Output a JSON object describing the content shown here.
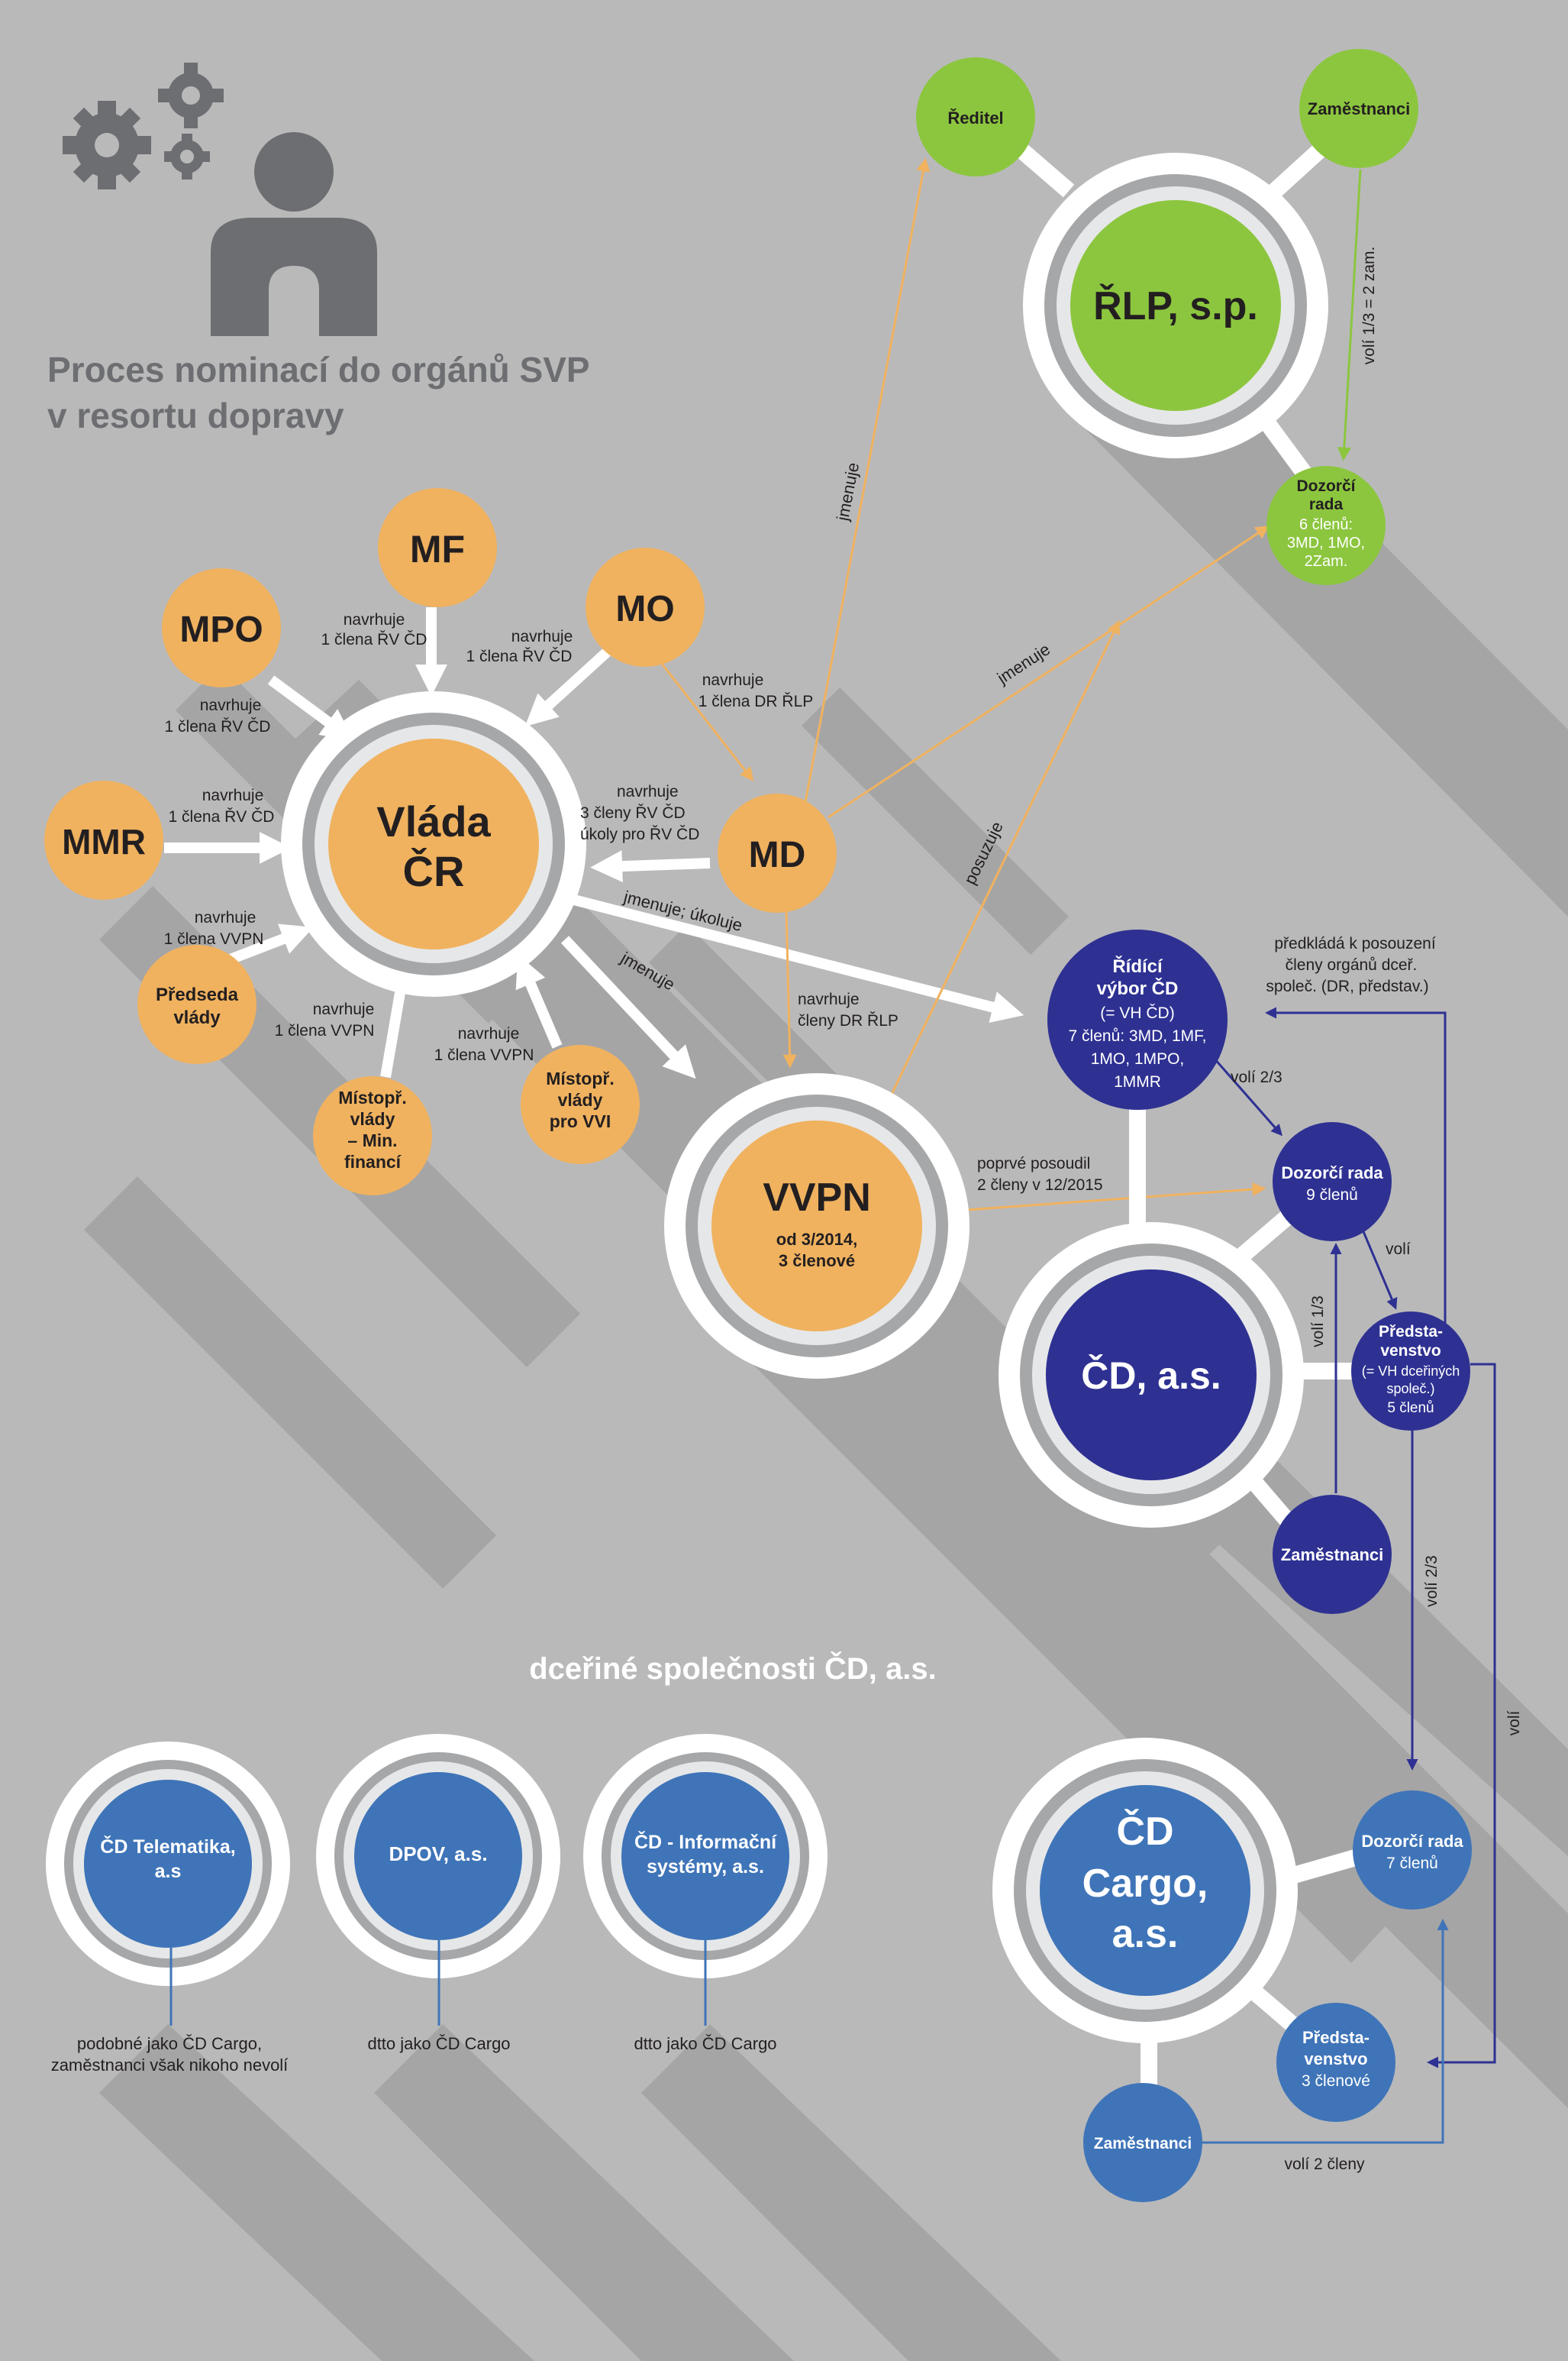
{
  "title": {
    "line1": "Proces nominací do orgánů SVP",
    "line2": "v resortu dopravy"
  },
  "colors": {
    "background": "#b9b9ba",
    "orange": "#f0b25f",
    "green": "#8cc63f",
    "navy": "#2e3192",
    "blue": "#3f74b8",
    "white": "#ffffff",
    "text": "#231f20"
  },
  "nodes": {
    "vlada": {
      "l1": "Vláda",
      "l2": "ČR"
    },
    "mf": "MF",
    "mpo": "MPO",
    "mo": "MO",
    "mmr": "MMR",
    "md": "MD",
    "predseda": {
      "l1": "Předseda",
      "l2": "vlády"
    },
    "mistopr_min": {
      "l1": "Místopř.",
      "l2": "vlády",
      "l3": "– Min.",
      "l4": "financí"
    },
    "mistopr_vvi": {
      "l1": "Místopř.",
      "l2": "vlády",
      "l3": "pro VVI"
    },
    "vvpn": {
      "title": "VVPN",
      "l1": "od 3/2014,",
      "l2": "3 členové"
    },
    "rlp": "ŘLP, s.p.",
    "reditel": "Ředitel",
    "rlp_zam": "Zaměstnanci",
    "rlp_dr": {
      "l1": "Dozorčí",
      "l2": "rada",
      "l3": "6 členů:",
      "l4": "3MD, 1MO,",
      "l5": "2Zam."
    },
    "rv": {
      "l1": "Řídící",
      "l2": "výbor ČD",
      "l3": "(= VH ČD)",
      "l4": "7 členů: 3MD, 1MF,",
      "l5": "1MO, 1MPO,",
      "l6": "1MMR"
    },
    "cd": "ČD, a.s.",
    "cd_dr": {
      "l1": "Dozorčí rada",
      "l2": "9 členů"
    },
    "cd_pred": {
      "l1": "Předsta-",
      "l2": "venstvo",
      "l3": "(= VH dceřiných",
      "l4": "společ.)",
      "l5": "5 členů"
    },
    "cd_zam": "Zaměstnanci",
    "cargo": {
      "l1": "ČD",
      "l2": "Cargo,",
      "l3": "a.s."
    },
    "cargo_dr": {
      "l1": "Dozorčí rada",
      "l2": "7 členů"
    },
    "cargo_pred": {
      "l1": "Předsta-",
      "l2": "venstvo",
      "l3": "3 členové"
    },
    "cargo_zam": "Zaměstnanci",
    "telematika": {
      "l1": "ČD Telematika,",
      "l2": "a.s"
    },
    "dpov": "DPOV, a.s.",
    "is": {
      "l1": "ČD - Informační",
      "l2": "systémy, a.s."
    }
  },
  "labels": {
    "mf": {
      "l1": "navrhuje",
      "l2": "1 člena ŘV ČD"
    },
    "mo": {
      "l1": "navrhuje",
      "l2": "1 člena ŘV ČD"
    },
    "mpo": {
      "l1": "navrhuje",
      "l2": "1 člena ŘV ČD"
    },
    "mmr": {
      "l1": "navrhuje",
      "l2": "1 člena ŘV ČD"
    },
    "predseda": {
      "l1": "navrhuje",
      "l2": "1 člena VVPN"
    },
    "mistopr_min": {
      "l1": "navrhuje",
      "l2": "1 člena VVPN"
    },
    "mistopr_vvi": {
      "l1": "navrhuje",
      "l2": "1 člena VVPN"
    },
    "md_vlada": {
      "l1": "navrhuje",
      "l2": "3 členy ŘV ČD",
      "l3": "úkoly pro ŘV ČD"
    },
    "mo_md": {
      "l1": "navrhuje",
      "l2": "1 člena DR ŘLP"
    },
    "md_vvpn": {
      "l1": "navrhuje",
      "l2": "členy DR ŘLP"
    },
    "jmenuje_ukoluje": "jmenuje; úkoluje",
    "jmenuje_vvpn": "jmenuje",
    "jmenuje_reditel": "jmenuje",
    "jmenuje_dr": "jmenuje",
    "posuzuje": "posuzuje",
    "voli_rlp": "volí 1/3 = 2 zam.",
    "predklada": {
      "l1": "předkládá k posouzení",
      "l2": "členy orgánů dceř.",
      "l3": "společ. (DR, představ.)"
    },
    "voli_23_top": "volí 2/3",
    "voli_pred": "volí",
    "voli_13": "volí 1/3",
    "poprve": {
      "l1": "poprvé posoudil",
      "l2": "2 členy v 12/2015"
    },
    "voli_23_down": "volí 2/3",
    "voli_right": "volí",
    "voli_2": "volí 2 členy",
    "dcerine": "dceřiné společnosti ČD, a.s.",
    "telematika_note": {
      "l1": "podobné jako ČD Cargo,",
      "l2": "zaměstnanci však nikoho nevolí"
    },
    "dpov_note": "dtto jako ČD Cargo",
    "is_note": "dtto jako ČD Cargo"
  }
}
